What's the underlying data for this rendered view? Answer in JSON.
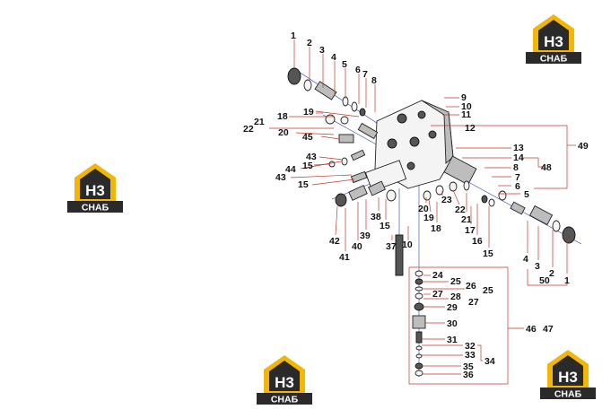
{
  "brand": {
    "logo_mark": "H3",
    "logo_text": "СНАБ",
    "colors": {
      "gold": "#f2b705",
      "dark": "#2a2a2a",
      "grey": "#6e6e6e",
      "white": "#ffffff"
    }
  },
  "colors": {
    "leader": "#c0392b",
    "axis": "#2b3fae",
    "ink": "#111111"
  },
  "callouts": [
    {
      "id": "c1a",
      "text": "1"
    },
    {
      "id": "c2a",
      "text": "2"
    },
    {
      "id": "c3a",
      "text": "3"
    },
    {
      "id": "c4a",
      "text": "4"
    },
    {
      "id": "c5a",
      "text": "5"
    },
    {
      "id": "c6a",
      "text": "6"
    },
    {
      "id": "c7a",
      "text": "7"
    },
    {
      "id": "c8a",
      "text": "8"
    },
    {
      "id": "c9",
      "text": "9"
    },
    {
      "id": "c10a",
      "text": "10"
    },
    {
      "id": "c11",
      "text": "11"
    },
    {
      "id": "c12",
      "text": "12"
    },
    {
      "id": "c49",
      "text": "49"
    },
    {
      "id": "c21a",
      "text": "21"
    },
    {
      "id": "c18a",
      "text": "18"
    },
    {
      "id": "c19a",
      "text": "19"
    },
    {
      "id": "c22a",
      "text": "22"
    },
    {
      "id": "c20a",
      "text": "20"
    },
    {
      "id": "c45",
      "text": "45"
    },
    {
      "id": "c13",
      "text": "13"
    },
    {
      "id": "c14",
      "text": "14"
    },
    {
      "id": "c43a",
      "text": "43"
    },
    {
      "id": "c48",
      "text": "48"
    },
    {
      "id": "c15a",
      "text": "15"
    },
    {
      "id": "c44",
      "text": "44"
    },
    {
      "id": "c8b",
      "text": "8"
    },
    {
      "id": "c43b",
      "text": "43"
    },
    {
      "id": "c7b",
      "text": "7"
    },
    {
      "id": "c6b",
      "text": "6"
    },
    {
      "id": "c15b",
      "text": "15"
    },
    {
      "id": "c5b",
      "text": "5"
    },
    {
      "id": "c23",
      "text": "23"
    },
    {
      "id": "c22b",
      "text": "22"
    },
    {
      "id": "c20b",
      "text": "20"
    },
    {
      "id": "c21b",
      "text": "21"
    },
    {
      "id": "c19b",
      "text": "19"
    },
    {
      "id": "c38",
      "text": "38"
    },
    {
      "id": "c18b",
      "text": "18"
    },
    {
      "id": "c17",
      "text": "17"
    },
    {
      "id": "c15c",
      "text": "15"
    },
    {
      "id": "c39",
      "text": "39"
    },
    {
      "id": "c16",
      "text": "16"
    },
    {
      "id": "c42",
      "text": "42"
    },
    {
      "id": "c37",
      "text": "37"
    },
    {
      "id": "c10b",
      "text": "10"
    },
    {
      "id": "c15d",
      "text": "15"
    },
    {
      "id": "c40",
      "text": "40"
    },
    {
      "id": "c41",
      "text": "41"
    },
    {
      "id": "c4b",
      "text": "4"
    },
    {
      "id": "c3b",
      "text": "3"
    },
    {
      "id": "c2b",
      "text": "2"
    },
    {
      "id": "c1b",
      "text": "1"
    },
    {
      "id": "c50",
      "text": "50"
    },
    {
      "id": "c24",
      "text": "24"
    },
    {
      "id": "c25a",
      "text": "25"
    },
    {
      "id": "c26",
      "text": "26"
    },
    {
      "id": "c25b",
      "text": "25"
    },
    {
      "id": "c27a",
      "text": "27"
    },
    {
      "id": "c28",
      "text": "28"
    },
    {
      "id": "c27b",
      "text": "27"
    },
    {
      "id": "c29",
      "text": "29"
    },
    {
      "id": "c30",
      "text": "30"
    },
    {
      "id": "c46",
      "text": "46"
    },
    {
      "id": "c47",
      "text": "47"
    },
    {
      "id": "c31",
      "text": "31"
    },
    {
      "id": "c32",
      "text": "32"
    },
    {
      "id": "c33",
      "text": "33"
    },
    {
      "id": "c34",
      "text": "34"
    },
    {
      "id": "c35",
      "text": "35"
    },
    {
      "id": "c36",
      "text": "36"
    }
  ]
}
